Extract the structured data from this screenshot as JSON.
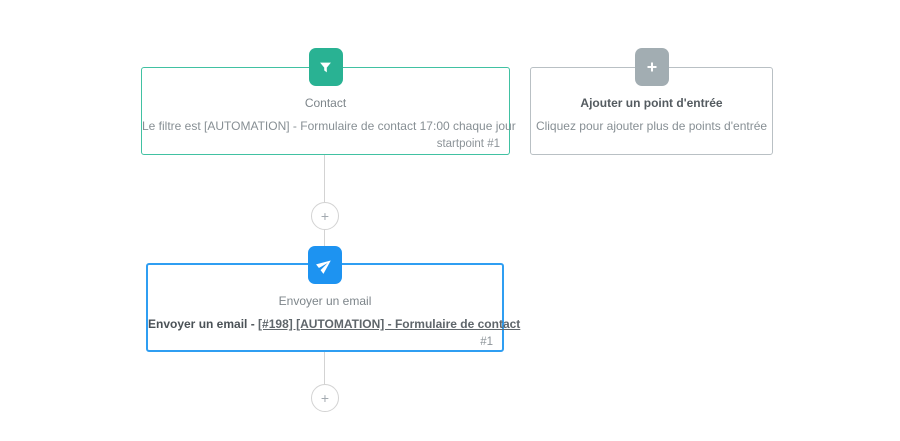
{
  "canvas": {
    "background": "#ffffff",
    "connector_color": "#d3d3d3",
    "add_button_symbol": "+"
  },
  "nodes": {
    "contact": {
      "icon": "filter-icon",
      "title": "Contact",
      "description": "Le filtre est [AUTOMATION] - Formulaire de contact 17:00 chaque jour",
      "footnote": "startpoint #1",
      "border_color": "#41c1a2",
      "badge_color": "#29b293"
    },
    "add_entry_point": {
      "icon": "plus-icon",
      "title": "Ajouter un point d'entrée",
      "description": "Cliquez pour ajouter plus de points d'entrée",
      "border_color": "#b9c0c4",
      "badge_color": "#a2adb2"
    },
    "send_email": {
      "icon": "send-icon",
      "title": "Envoyer un email",
      "label_prefix": "Envoyer un email -",
      "link_text": "[#198] [AUTOMATION] - Formulaire de contact",
      "footnote": "#1",
      "border_color": "#2f9ef2",
      "badge_color": "#1d93f1"
    }
  }
}
